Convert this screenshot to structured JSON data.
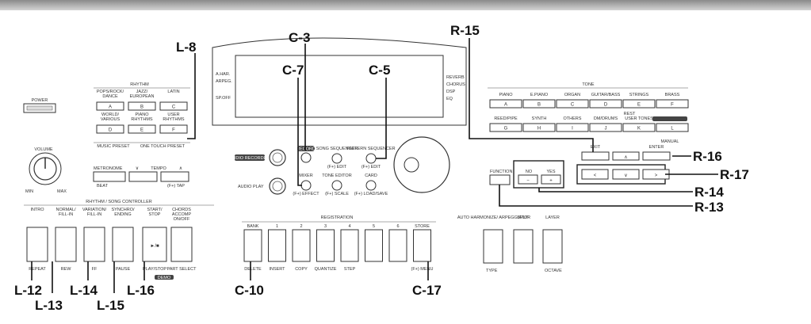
{
  "panel": {
    "power": "POWER",
    "volume": "VOLUME",
    "vol_min": "MIN",
    "vol_max": "MAX",
    "metronome": "METRONOME",
    "beat": "BEAT",
    "tempo": "TEMPO",
    "tempo_tap": "(F+) TAP",
    "rhythm_title": "RHYTHM",
    "rhythm_buttons": [
      {
        "label": "POPS/ROCK/ DANCE",
        "key": "A"
      },
      {
        "label": "JAZZ/ EUROPEAN",
        "key": "B"
      },
      {
        "label": "LATIN",
        "key": "C"
      },
      {
        "label": "WORLD/ VARIOUS",
        "key": "D"
      },
      {
        "label": "PIANO RHYTHMS",
        "key": "E"
      },
      {
        "label": "USER RHYTHMS",
        "key": "F"
      }
    ],
    "music_preset": "MUSIC PRESET",
    "one_touch_preset": "ONE TOUCH PRESET",
    "display_left": [
      "A.HAR.",
      "ARPEG.",
      "SP.OFF"
    ],
    "display_right": [
      "REVERB",
      "CHORUS",
      "DSP",
      "EQ"
    ],
    "audio_recorder": "AUDIO RECORDER",
    "audio_play": "AUDIO PLAY",
    "record": "RECORD",
    "mixer": "MIXER",
    "mixer_sub": "(F+) EFFECT",
    "song_sequencer": "SONG SEQUENCER",
    "song_sub": "(F+) EDIT",
    "pattern_sequencer": "PATTERN SEQUENCER",
    "pattern_sub": "(F+) EDIT",
    "tone_editor": "TONE EDITOR",
    "tone_editor_sub": "(F+) SCALE",
    "card": "CARD",
    "card_sub": "(F+) LOAD/SAVE",
    "tone_title": "TONE",
    "tone_row1": [
      {
        "label": "PIANO",
        "key": "A"
      },
      {
        "label": "E.PIANO",
        "key": "B"
      },
      {
        "label": "ORGAN",
        "key": "C"
      },
      {
        "label": "GUITAR/BASS",
        "key": "D"
      },
      {
        "label": "STRINGS",
        "key": "E"
      },
      {
        "label": "BRASS",
        "key": "F"
      }
    ],
    "tone_row2": [
      {
        "label": "REED/PIPE",
        "key": "G"
      },
      {
        "label": "SYNTH",
        "key": "H"
      },
      {
        "label": "OTHERS",
        "key": "I"
      },
      {
        "label": "DM/DRUMS",
        "key": "J"
      },
      {
        "label": "USER TONES",
        "key": "K"
      },
      {
        "label": "",
        "key": "L"
      }
    ],
    "rest": "REST",
    "manual": "MANUAL",
    "exit": "EXIT",
    "enter": "ENTER",
    "function": "FUNCTION",
    "no": "NO",
    "yes": "YES",
    "minus": "−",
    "plus": "+",
    "left": "<",
    "right": ">",
    "up": "∧",
    "down": "∨",
    "rsc_title": "RHYTHM / SONG CONTROLLER",
    "rsc_buttons": [
      {
        "top": "INTRO",
        "bottom": "REPEAT"
      },
      {
        "top": "NORMAL/ FILL-IN",
        "bottom": "REW"
      },
      {
        "top": "VARIATION/ FILL-IN",
        "bottom": "FF"
      },
      {
        "top": "SYNCHRO/ ENDING",
        "bottom": "PAUSE"
      },
      {
        "top": "START/ STOP",
        "bottom": "PLAY/STOP"
      },
      {
        "top": "CHORDS ACCOMP ON/OFF",
        "bottom": "PART SELECT"
      }
    ],
    "play_symbol": "►/■",
    "demo": "DEMO",
    "registration_title": "REGISTRATION",
    "reg_top": [
      "BANK",
      "1",
      "2",
      "3",
      "4",
      "5",
      "6",
      "STORE"
    ],
    "reg_bottom": [
      "DELETE",
      "INSERT",
      "COPY",
      "QUANTIZE",
      "STEP",
      "",
      "",
      "(F+) MENU"
    ],
    "auto_harm": "AUTO HARMONIZE/ ARPEGGIATOR",
    "auto_type": "TYPE",
    "split": "SPLIT",
    "layer": "LAYER",
    "octave": "OCTAVE"
  },
  "callouts": [
    "L-8",
    "C-3",
    "C-7",
    "C-5",
    "R-15",
    "R-16",
    "R-17",
    "R-14",
    "R-13",
    "C-10",
    "C-17",
    "L-12",
    "L-13",
    "L-14",
    "L-15",
    "L-16"
  ]
}
